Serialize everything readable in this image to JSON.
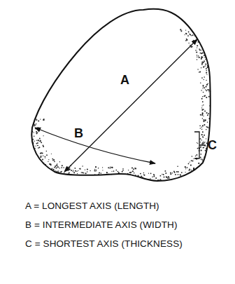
{
  "diagram": {
    "labels": [
      "A",
      "B",
      "C",
      "A = LONGEST AXIS (LENGTH)",
      "B = INTERMEDIATE AXIS (WIDTH)",
      "C = SHORTEST AXIS (THICKNESS)"
    ]
  }
}
